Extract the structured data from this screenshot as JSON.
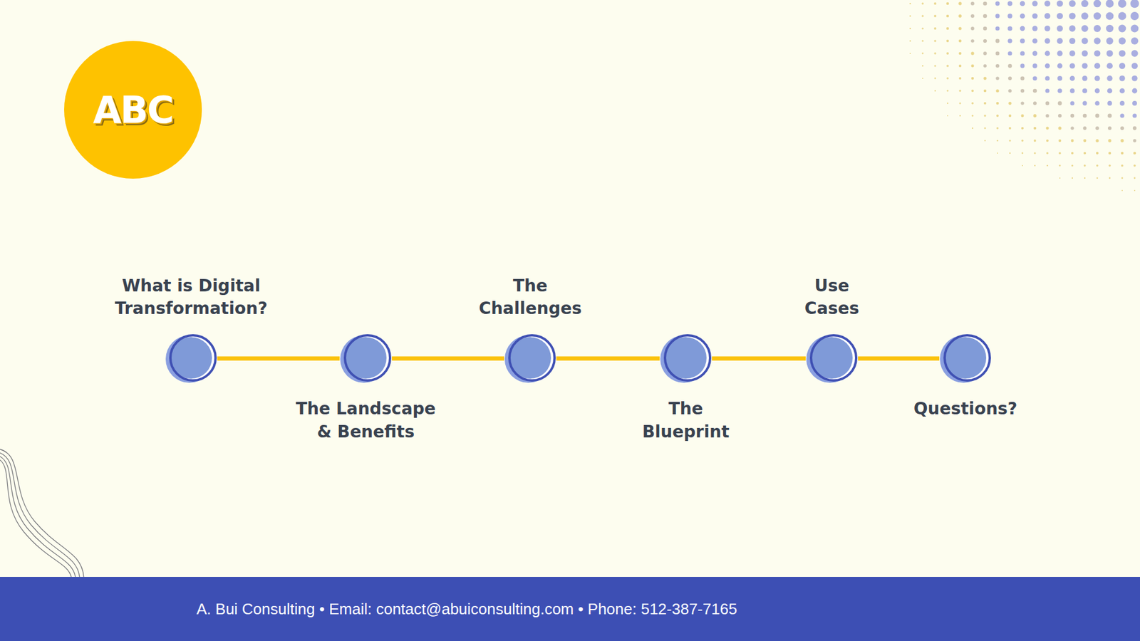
{
  "diagram": {
    "nodes": [
      {
        "text": [
          "ABC"
        ]
      },
      {
        "text": [
          "What is Digital Transformation?"
        ]
      },
      {
        "text": [
          "The Landscape & Benefits"
        ]
      },
      {
        "text": [
          "The Challenges"
        ]
      },
      {
        "text": [
          "The Blueprint"
        ]
      },
      {
        "text": [
          "Use Cases"
        ]
      },
      {
        "text": [
          "Questions?"
        ]
      },
      {
        "text": [
          "A. Bui Consulting • Email: contact@abuiconsulting.com • Phone: 512-387-7165"
        ]
      }
    ],
    "edges": [
      {
        "from": 1,
        "to": 2,
        "arrow": "none"
      },
      {
        "from": 2,
        "to": 3,
        "arrow": "none"
      },
      {
        "from": 3,
        "to": 4,
        "arrow": "none"
      },
      {
        "from": 4,
        "to": 5,
        "arrow": "none"
      },
      {
        "from": 5,
        "to": 6,
        "arrow": "none"
      }
    ]
  }
}
